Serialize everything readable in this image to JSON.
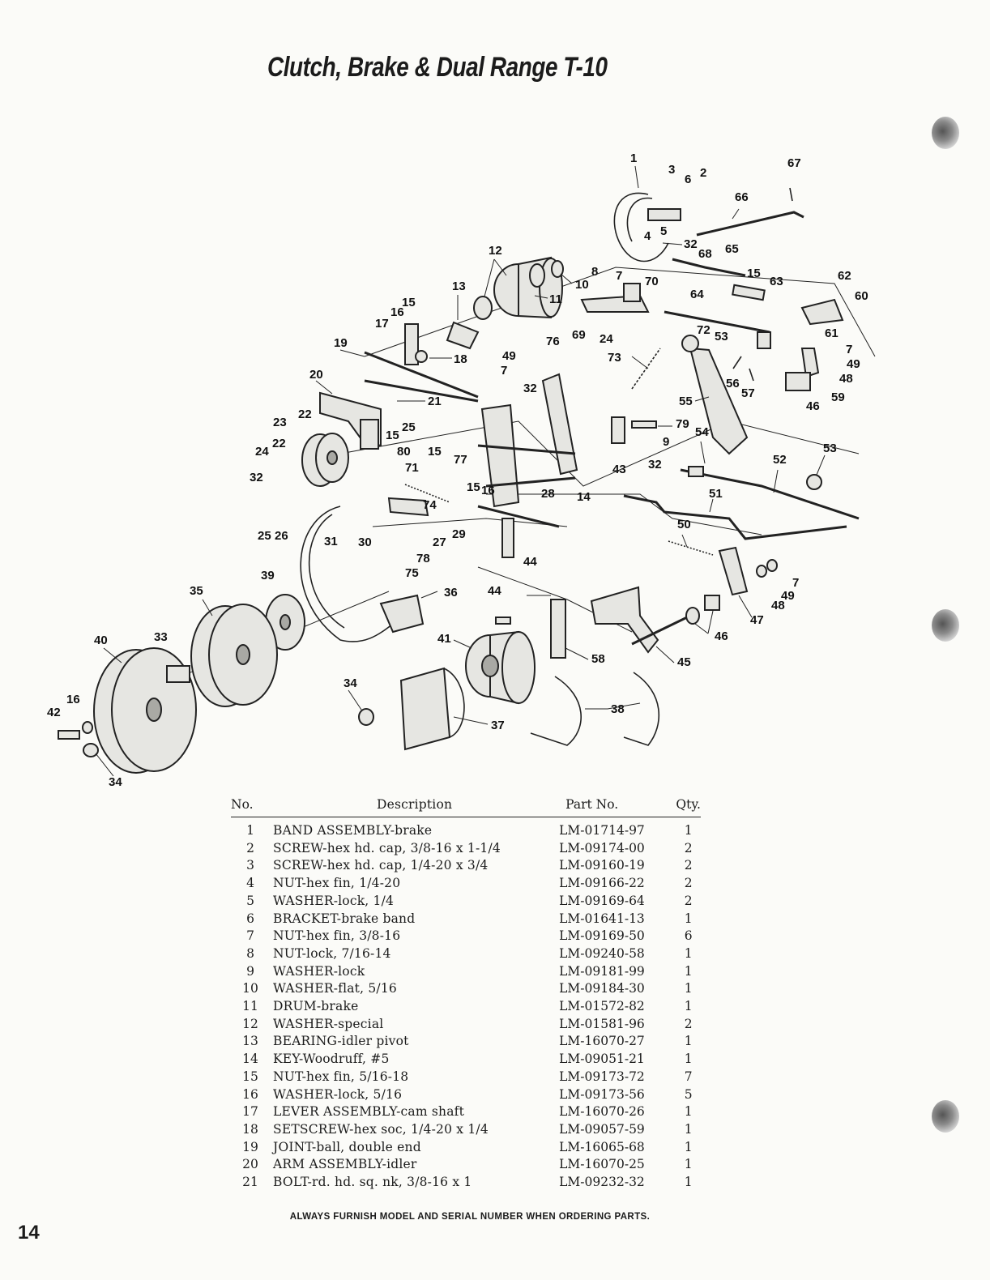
{
  "page": {
    "title": "Clutch, Brake & Dual Range T-10",
    "page_number": "14",
    "footer_note": "ALWAYS FURNISH MODEL AND SERIAL NUMBER WHEN ORDERING PARTS."
  },
  "diagram": {
    "callouts": [
      "1",
      "2",
      "3",
      "4",
      "5",
      "6",
      "7",
      "8",
      "9",
      "10",
      "11",
      "12",
      "13",
      "14",
      "15",
      "16",
      "17",
      "18",
      "19",
      "20",
      "21",
      "22",
      "23",
      "24",
      "25",
      "26",
      "27",
      "28",
      "29",
      "30",
      "31",
      "32",
      "33",
      "34",
      "35",
      "36",
      "37",
      "38",
      "39",
      "40",
      "41",
      "42",
      "43",
      "44",
      "45",
      "46",
      "47",
      "48",
      "49",
      "50",
      "51",
      "52",
      "53",
      "54",
      "55",
      "56",
      "57",
      "58",
      "59",
      "60",
      "61",
      "62",
      "63",
      "64",
      "65",
      "66",
      "67",
      "68",
      "69",
      "70",
      "71",
      "72",
      "73",
      "74",
      "75",
      "76",
      "77",
      "78",
      "79",
      "80"
    ]
  },
  "table": {
    "headers": {
      "no": "No.",
      "description": "Description",
      "part_no": "Part No.",
      "qty": "Qty."
    },
    "rows": [
      {
        "no": "1",
        "description": "BAND ASSEMBLY-brake",
        "part_no": "LM-01714-97",
        "qty": "1"
      },
      {
        "no": "2",
        "description": "SCREW-hex hd. cap, 3/8-16 x 1-1/4",
        "part_no": "LM-09174-00",
        "qty": "2"
      },
      {
        "no": "3",
        "description": "SCREW-hex hd. cap, 1/4-20 x 3/4",
        "part_no": "LM-09160-19",
        "qty": "2"
      },
      {
        "no": "4",
        "description": "NUT-hex fin, 1/4-20",
        "part_no": "LM-09166-22",
        "qty": "2"
      },
      {
        "no": "5",
        "description": "WASHER-lock, 1/4",
        "part_no": "LM-09169-64",
        "qty": "2"
      },
      {
        "no": "6",
        "description": "BRACKET-brake band",
        "part_no": "LM-01641-13",
        "qty": "1"
      },
      {
        "no": "7",
        "description": "NUT-hex fin, 3/8-16",
        "part_no": "LM-09169-50",
        "qty": "6"
      },
      {
        "no": "8",
        "description": "NUT-lock, 7/16-14",
        "part_no": "LM-09240-58",
        "qty": "1"
      },
      {
        "no": "9",
        "description": "WASHER-lock",
        "part_no": "LM-09181-99",
        "qty": "1"
      },
      {
        "no": "10",
        "description": "WASHER-flat, 5/16",
        "part_no": "LM-09184-30",
        "qty": "1"
      },
      {
        "no": "11",
        "description": "DRUM-brake",
        "part_no": "LM-01572-82",
        "qty": "1"
      },
      {
        "no": "12",
        "description": "WASHER-special",
        "part_no": "LM-01581-96",
        "qty": "2"
      },
      {
        "no": "13",
        "description": "BEARING-idler pivot",
        "part_no": "LM-16070-27",
        "qty": "1"
      },
      {
        "no": "14",
        "description": "KEY-Woodruff, #5",
        "part_no": "LM-09051-21",
        "qty": "1"
      },
      {
        "no": "15",
        "description": "NUT-hex fin, 5/16-18",
        "part_no": "LM-09173-72",
        "qty": "7"
      },
      {
        "no": "16",
        "description": "WASHER-lock, 5/16",
        "part_no": "LM-09173-56",
        "qty": "5"
      },
      {
        "no": "17",
        "description": "LEVER ASSEMBLY-cam shaft",
        "part_no": "LM-16070-26",
        "qty": "1"
      },
      {
        "no": "18",
        "description": "SETSCREW-hex soc, 1/4-20 x 1/4",
        "part_no": "LM-09057-59",
        "qty": "1"
      },
      {
        "no": "19",
        "description": "JOINT-ball, double end",
        "part_no": "LM-16065-68",
        "qty": "1"
      },
      {
        "no": "20",
        "description": "ARM ASSEMBLY-idler",
        "part_no": "LM-16070-25",
        "qty": "1"
      },
      {
        "no": "21",
        "description": "BOLT-rd. hd. sq. nk, 3/8-16 x 1",
        "part_no": "LM-09232-32",
        "qty": "1"
      }
    ]
  }
}
